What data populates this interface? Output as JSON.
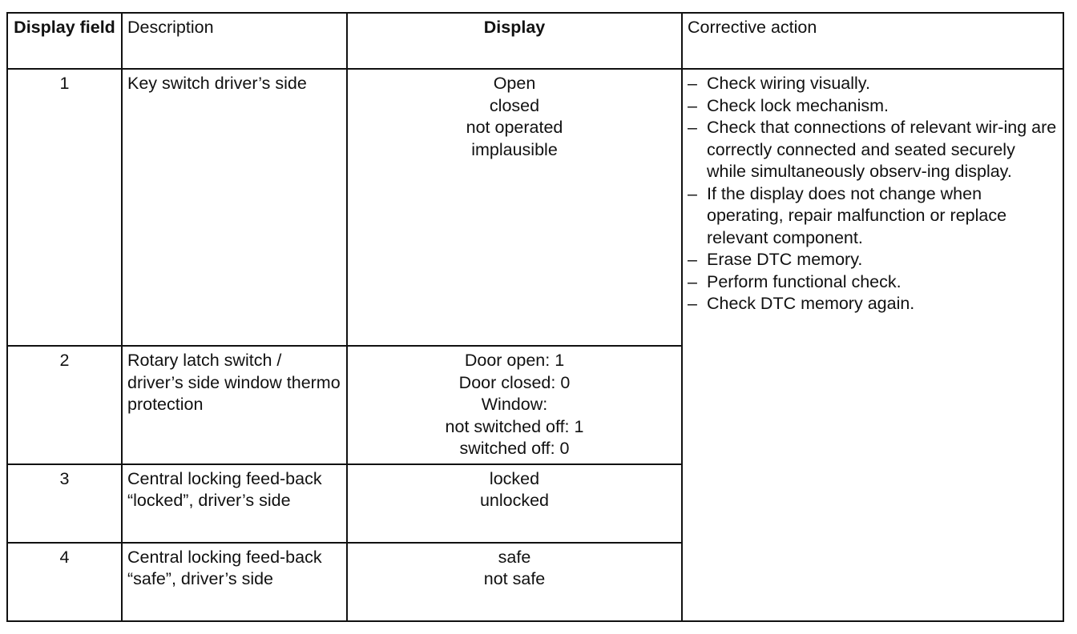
{
  "headers": {
    "display_field": "Display field",
    "description": "Description",
    "display": "Display",
    "corrective_action": "Corrective action"
  },
  "rows": [
    {
      "field": "1",
      "description": "Key switch driver’s side",
      "display": [
        "Open",
        "closed",
        "not operated",
        "implausible"
      ]
    },
    {
      "field": "2",
      "description": "Rotary latch switch / driver’s side window thermo protection",
      "display": [
        "Door open:  1",
        "Door closed:  0",
        "Window:",
        "not switched off:  1",
        "switched off:  0"
      ]
    },
    {
      "field": "3",
      "description": "Central locking feed-back “locked”, driver’s side",
      "display": [
        "locked",
        "unlocked"
      ]
    },
    {
      "field": "4",
      "description": "Central locking feed-back “safe”, driver’s side",
      "display": [
        "safe",
        "not safe"
      ]
    }
  ],
  "corrective_actions": [
    "Check wiring visually.",
    "Check lock mechanism.",
    "Check that connections of relevant wir-ing are correctly connected and seated securely while simultaneously observ-ing display.",
    "If the display does not change when operating, repair malfunction or replace relevant component.",
    "Erase DTC memory.",
    "Perform functional check.",
    "Check DTC memory again."
  ]
}
